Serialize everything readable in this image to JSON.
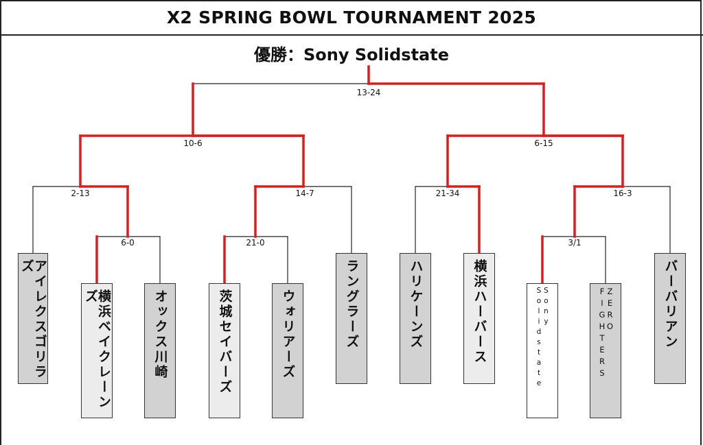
{
  "title": "X2 SPRING BOWL TOURNAMENT 2025",
  "champion_label": "優勝：Sony Solidstate",
  "colors": {
    "winner_line": "#e01b1b",
    "loser_line": "#222222",
    "box_dark": "#d2d2d2",
    "box_light": "#ececec",
    "box_white": "#ffffff"
  },
  "teams": [
    {
      "id": "t1",
      "name": "アイレクスゴリラズ",
      "shade": "box_dark"
    },
    {
      "id": "t2",
      "name": "横浜ベイクレーンズ",
      "shade": "box_light"
    },
    {
      "id": "t3",
      "name": "オックス川崎",
      "shade": "box_dark"
    },
    {
      "id": "t4",
      "name": "茨城セイバーズ",
      "shade": "box_light"
    },
    {
      "id": "t5",
      "name": "ウォリアーズ",
      "shade": "box_dark"
    },
    {
      "id": "t6",
      "name": "ラングラーズ",
      "shade": "box_dark"
    },
    {
      "id": "t7",
      "name": "ハリケーンズ",
      "shade": "box_dark"
    },
    {
      "id": "t8",
      "name": "横浜ハーバース",
      "shade": "box_light"
    },
    {
      "id": "t9",
      "name": "Sony Solidstate",
      "shade": "box_white"
    },
    {
      "id": "t10",
      "name": "ZERO FIGHTERS",
      "shade": "box_dark"
    },
    {
      "id": "t11",
      "name": "バーバリアン",
      "shade": "box_dark"
    }
  ],
  "matches": [
    {
      "id": "m1",
      "score": "6-0"
    },
    {
      "id": "m2",
      "score": "21-0"
    },
    {
      "id": "m3",
      "score": "3/1"
    },
    {
      "id": "m4",
      "score": "2-13"
    },
    {
      "id": "m5",
      "score": "14-7"
    },
    {
      "id": "m6",
      "score": "21-34"
    },
    {
      "id": "m7",
      "score": "16-3"
    },
    {
      "id": "m8",
      "score": "10-6"
    },
    {
      "id": "m9",
      "score": "6-15"
    },
    {
      "id": "m10",
      "score": "13-24"
    }
  ]
}
